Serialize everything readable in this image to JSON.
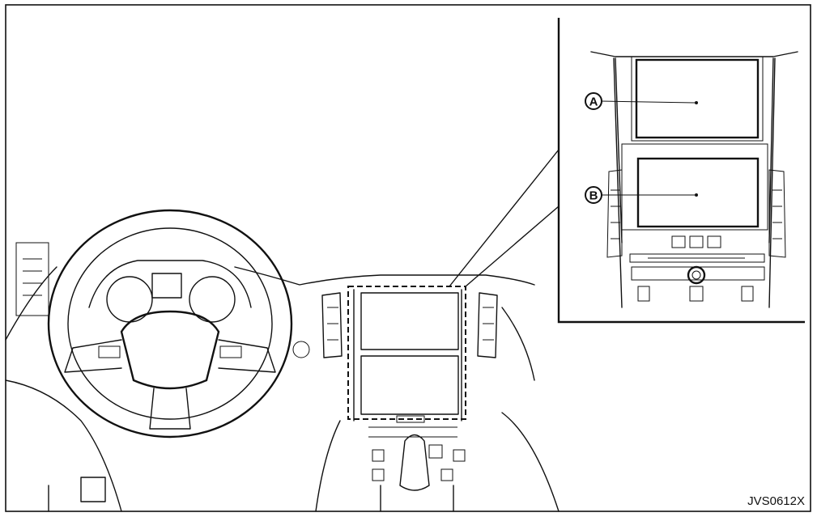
{
  "callouts": [
    {
      "id": "A",
      "label": "A",
      "target": "upper-display"
    },
    {
      "id": "B",
      "label": "B",
      "target": "lower-display"
    }
  ],
  "figure_code": "JVS0612X",
  "colors": {
    "ink": "#111111",
    "background": "#ffffff"
  }
}
